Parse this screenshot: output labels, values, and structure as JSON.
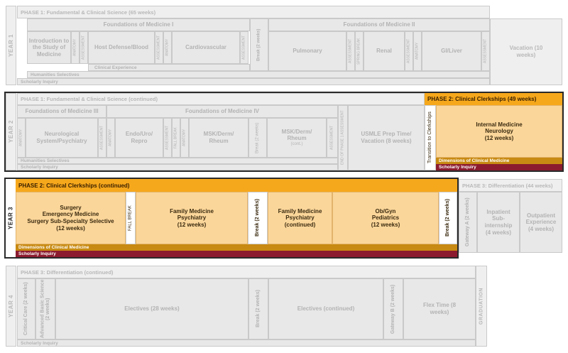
{
  "year1": {
    "year": "YEAR 1",
    "phase": "PHASE 1: Fundamental & Clinical Science (65 weeks)",
    "fom1": "Foundations of Medicine I",
    "fom2": "Foundations of Medicine II",
    "intro": "Introduction to the Study of Medicine",
    "anatomy": "ANATOMY",
    "assessment": "ASSESSMENT",
    "host": "Host Defense/Blood",
    "cardio": "Cardiovascular",
    "brk": "Break (2 weeks)",
    "pulm": "Pulmonary",
    "spring": "SPRING BREAK",
    "renal": "Renal",
    "gi": "GI/Liver",
    "vacation": "Vacation (10 weeks)",
    "clinical": "Clinical Experience",
    "humanities": "Humanities Selectives",
    "scholarly": "Scholarly Inquiry"
  },
  "year2": {
    "year": "YEAR 2",
    "phase": "PHASE 1: Fundamental & Clinical Science (continued)",
    "fom3": "Foundations of Medicine III",
    "fom4": "Foundations of Medicine IV",
    "anatomy": "ANATOMY",
    "assessment": "ASSESSMENT",
    "neuro": "Neurological System/Psychiatry",
    "endo": "Endo/Uro/ Repro",
    "fall": "FALL BREAK",
    "msk": "MSK/Derm/ Rheum",
    "brk": "Break (2 weeks)",
    "msk2": "MSK/Derm/ Rheum",
    "msk2_cont": "(cont.)",
    "end_phase": "END OF PHASE 1 ASSESSMENT",
    "usmle": "USMLE Prep Time/ Vacation (8 weeks)",
    "transition": "Transition to Clerkships",
    "phase2": "PHASE 2: Clinical Clerkships (49 weeks)",
    "im_line1": "Internal Medicine",
    "im_line2": "Neurology",
    "im_line3": "(12 weeks)",
    "dimensions": "Dimensions of Clinical Medicine",
    "humanities": "Humanities Selectives",
    "scholarly": "Scholarly Inquiry"
  },
  "year3": {
    "year": "YEAR 3",
    "phase": "PHASE 2: Clinical Clerkships (continued)",
    "phase3": "PHASE 3: Differentiation (44 weeks)",
    "surg_line1": "Surgery",
    "surg_line2": "Emergency Medicine",
    "surg_line3": "Surgery Sub-Specialty Selective",
    "surg_line4": "(12 weeks)",
    "fall": "FALL BREAK",
    "fm_line1": "Family Medicine",
    "fm_line2": "Psychiatry",
    "fm_line3": "(12 weeks)",
    "brk": "Break (2 weeks)",
    "fm2_line1": "Family Medicine",
    "fm2_line2": "Psychiatry",
    "fm2_line3": "(continued)",
    "ob_line1": "Ob/Gyn",
    "ob_line2": "Pediatrics",
    "ob_line3": "(12 weeks)",
    "brk2": "Break (2 weeks)",
    "gateway": "Gateway A (2 weeks)",
    "inpatient": "Inpatient Sub-internship (4 weeks)",
    "outpatient": "Outpatient Experience (4 weeks)",
    "dimensions": "Dimensions of Clinical Medicine",
    "scholarly": "Scholarly Inquiry"
  },
  "year4": {
    "year": "YEAR 4",
    "phase": "PHASE 3: Differentiation (continued)",
    "critical": "Critical Care (2 weeks)",
    "advanced": "Advanced Basic Science (2 weeks)",
    "electives": "Electives (28 weeks)",
    "brk": "Break (2 weeks)",
    "electives_cont": "Electives (continued)",
    "gateway_b": "Gateway B (2 weeks)",
    "flex": "Flex Time (8 weeks)",
    "graduation": "GRADUATION",
    "scholarly": "Scholarly Inquiry"
  }
}
